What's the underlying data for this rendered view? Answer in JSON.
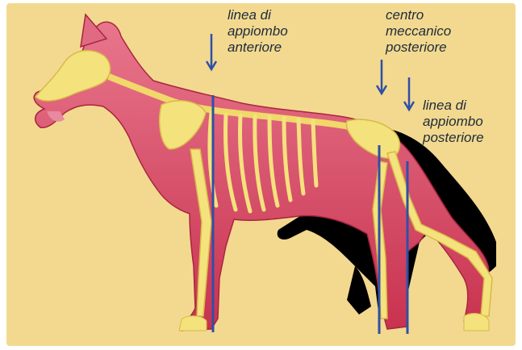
{
  "labels": {
    "front_plumb": [
      "linea di",
      "appiombo",
      "anteriore"
    ],
    "mechanical_center": [
      "centro",
      "meccanico",
      "posteriore"
    ],
    "rear_plumb": [
      "linea di",
      "appiombo",
      "posteriore"
    ]
  },
  "colors": {
    "background": "#f2d98f",
    "muscle": "#d94a6a",
    "bone": "#f3e07a",
    "shadow": "#000000",
    "plumb_line": "#2f4fa8"
  },
  "icons": [
    "down-arrow-icon"
  ]
}
